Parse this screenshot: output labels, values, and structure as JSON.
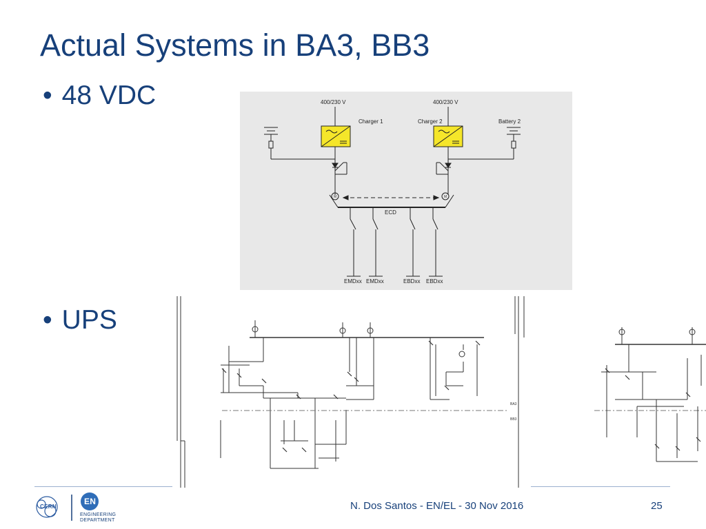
{
  "slide": {
    "title": "Actual Systems in BA3, BB3",
    "bullets": [
      {
        "label": "48 VDC"
      },
      {
        "label": "UPS"
      }
    ]
  },
  "vdc_diagram": {
    "supply_left": "400/230 V",
    "supply_right": "400/230 V",
    "charger_left": "Charger 1",
    "charger_right": "Charger 2",
    "battery_right": "Battery 2",
    "bus_label": "ECD",
    "motor_left": "M",
    "motor_right": "M",
    "outputs": [
      "EMDxx",
      "EMDxx",
      "EBDxx",
      "EBDxx"
    ]
  },
  "ups_diagram": {
    "zone_top": "BA3",
    "zone_bottom": "BB3"
  },
  "footer": {
    "text": "N. Dos Santos - EN/EL - 30 Nov 2016",
    "page": "25",
    "logo_cern": "CERN",
    "logo_en": "EN",
    "logo_dept_1": "ENGINEERING",
    "logo_dept_2": "DEPARTMENT"
  },
  "colors": {
    "title": "#17407a",
    "charger_fill": "#f5e62a",
    "panel_bg": "#e8e8e8"
  }
}
